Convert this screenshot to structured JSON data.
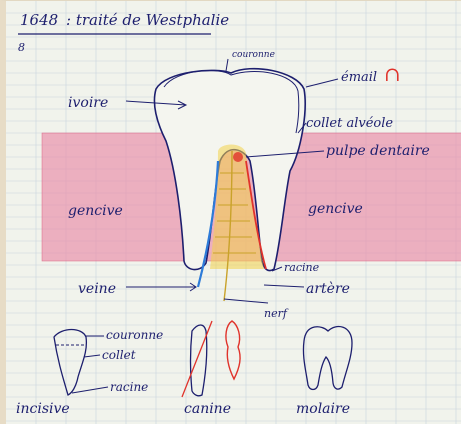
{
  "header": {
    "date": "1648",
    "title": ": traité de Westphalie",
    "note": "8"
  },
  "diagram": {
    "labels": {
      "couronne_top": "couronne",
      "email": "émail",
      "ivoire": "ivoire",
      "collet_alveole": "collet alvéole",
      "pulpe": "pulpe dentaire",
      "gencive_left": "gencive",
      "gencive_right": "gencive",
      "racine_main": "racine",
      "veine": "veine",
      "artere": "artère",
      "nerf": "nerf"
    },
    "small": {
      "couronne": "couronne",
      "collet": "collet",
      "racine": "racine",
      "incisive": "incisive",
      "canine": "canine",
      "molaire": "molaire"
    },
    "colors": {
      "ink": "#1d1f6e",
      "gum": "#e98aa8",
      "vein": "#2d7bd8",
      "artery": "#e0332b",
      "nerve": "#f2d24a"
    }
  }
}
